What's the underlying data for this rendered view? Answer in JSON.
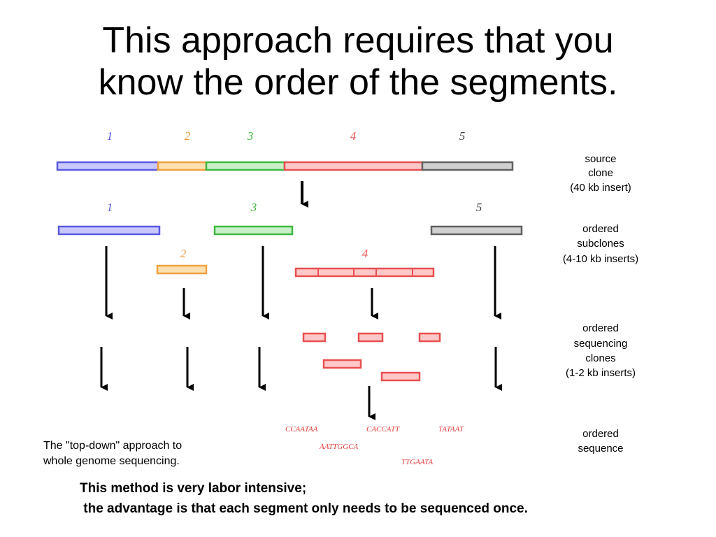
{
  "slide": {
    "title_line1": "This approach requires that you",
    "title_line2": "know the order of the segments.",
    "footer_line1": "This method is very labor intensive;",
    "footer_line2": " the advantage is that each segment only needs to be sequenced once."
  },
  "colors": {
    "seg1": "#5a5ae0",
    "seg2": "#f0a040",
    "seg3": "#40b840",
    "seg4": "#e85050",
    "seg5": "#606060"
  },
  "diagram": {
    "segment_numbers": [
      "1",
      "2",
      "3",
      "4",
      "5"
    ],
    "labels": {
      "source_clone": [
        "source",
        "clone",
        "(40 kb insert)"
      ],
      "ordered_subclones": [
        "ordered",
        "subclones",
        "(4-10 kb inserts)"
      ],
      "ordered_sequencing_clones": [
        "ordered",
        "sequencing",
        "clones",
        "(1-2 kb inserts)"
      ],
      "ordered_sequence": [
        "ordered",
        "sequence"
      ]
    },
    "sequences": [
      "CCAATAA",
      "CACCATT",
      "TATAAT",
      "AATTGGCA",
      "TTGAATA"
    ],
    "caption": [
      "The \"top-down\" approach to",
      "whole genome sequencing."
    ]
  }
}
